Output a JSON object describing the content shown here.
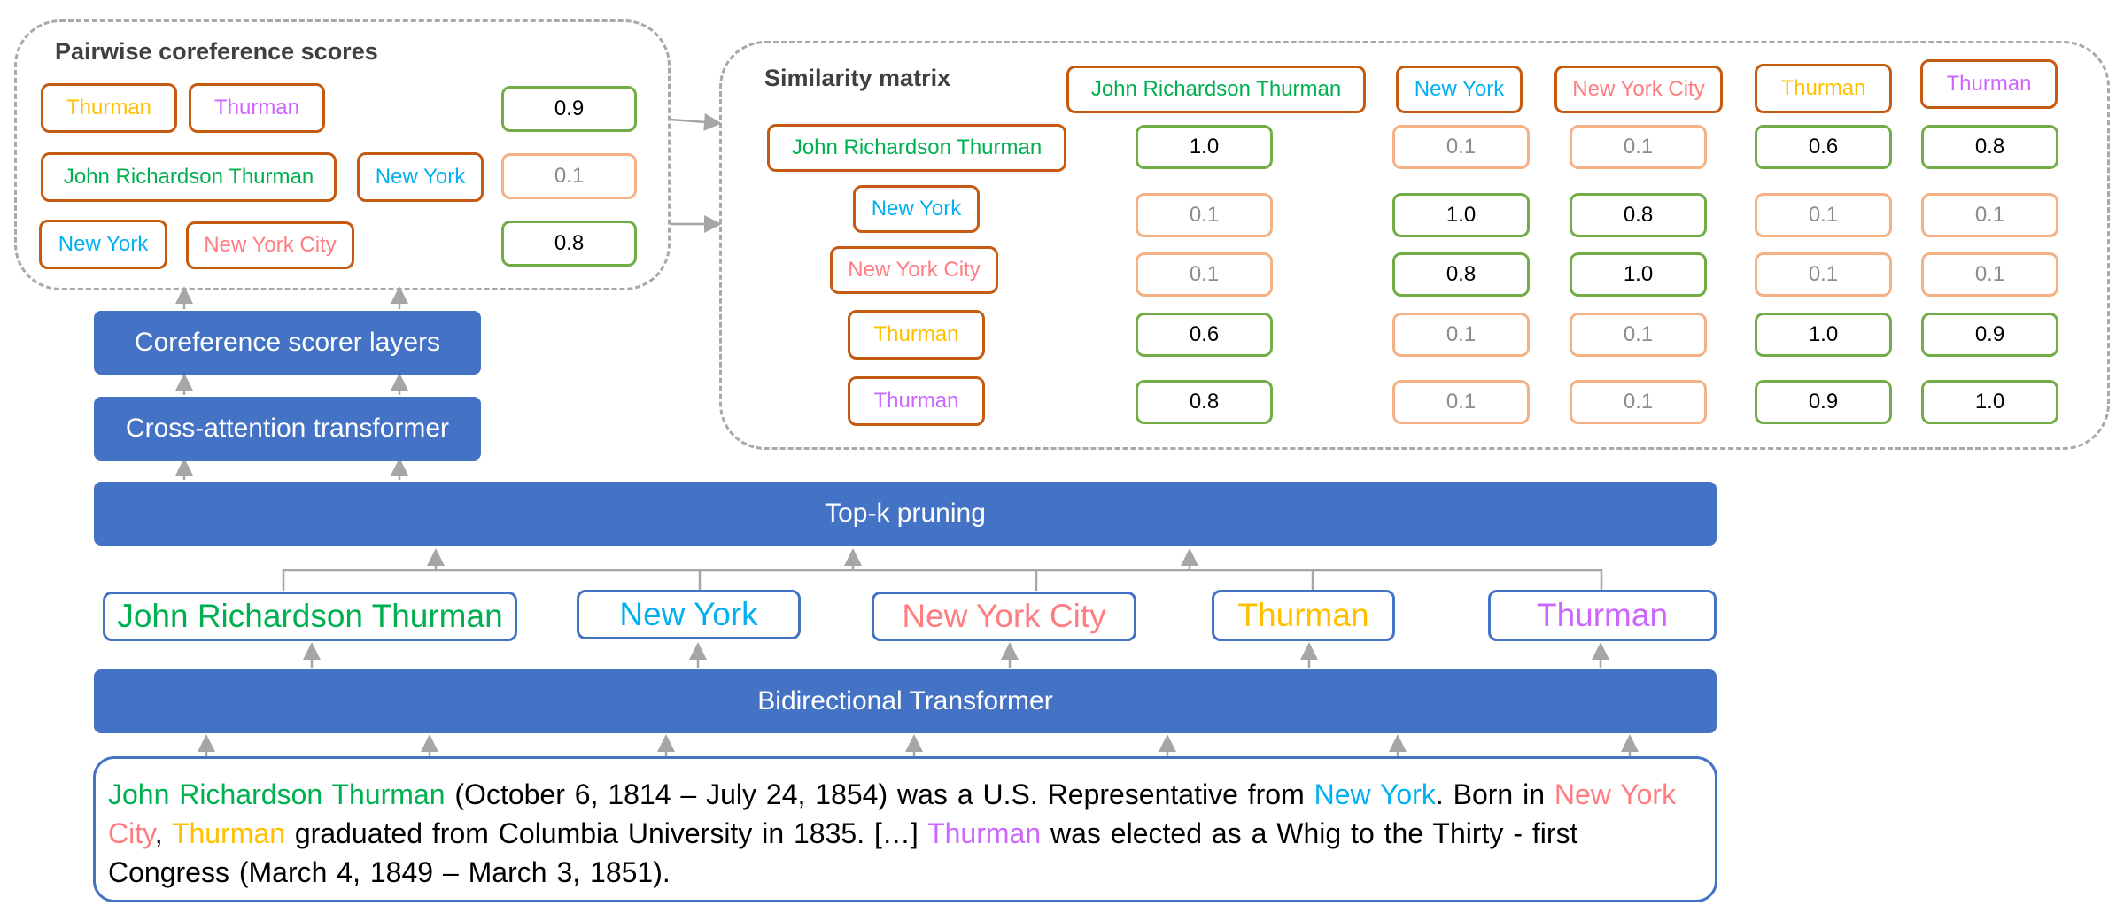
{
  "colors": {
    "john": "#00b050",
    "new_york": "#00b0f0",
    "new_york_city": "#ff7c80",
    "thurman1": "#ffc000",
    "thurman2": "#cc66ff",
    "chip_border": "#c55a11",
    "score_high": "#70ad47",
    "score_low": "#f4b183",
    "layer_blue": "#4472c4"
  },
  "pairwise": {
    "title": "Pairwise coreference scores",
    "pairs": [
      {
        "a": "Thurman",
        "b": "Thurman",
        "score": "0.9"
      },
      {
        "a": "John Richardson Thurman",
        "b": "New York",
        "score": "0.1"
      },
      {
        "a": "New York",
        "b": "New York City",
        "score": "0.8"
      }
    ]
  },
  "similarity": {
    "title": "Similarity matrix",
    "headers": [
      "John Richardson Thurman",
      "New York",
      "New York City",
      "Thurman",
      "Thurman"
    ],
    "rows": [
      {
        "label": "John Richardson Thurman",
        "values": [
          "1.0",
          "0.1",
          "0.1",
          "0.6",
          "0.8"
        ]
      },
      {
        "label": "New York",
        "values": [
          "0.1",
          "1.0",
          "0.8",
          "0.1",
          "0.1"
        ]
      },
      {
        "label": "New York City",
        "values": [
          "0.1",
          "0.8",
          "1.0",
          "0.1",
          "0.1"
        ]
      },
      {
        "label": "Thurman",
        "values": [
          "0.6",
          "0.1",
          "0.1",
          "1.0",
          "0.9"
        ]
      },
      {
        "label": "Thurman",
        "values": [
          "0.8",
          "0.1",
          "0.1",
          "0.9",
          "1.0"
        ]
      }
    ]
  },
  "layers": {
    "scorer": "Coreference scorer layers",
    "cross_attention": "Cross-attention transformer",
    "pruning": "Top-k pruning",
    "encoder": "Bidirectional Transformer"
  },
  "mentions": [
    "John Richardson Thurman",
    "New York",
    "New York City",
    "Thurman",
    "Thurman"
  ],
  "passage": {
    "line1": [
      {
        "text": "John Richardson Thurman",
        "c": "john"
      },
      {
        "text": " (October 6, 1814 – July 24, 1854) was a U.S. Representative from "
      },
      {
        "text": "New York",
        "c": "new_york"
      },
      {
        "text": ". Born in "
      },
      {
        "text": "New York",
        "c": "new_york_city"
      }
    ],
    "line2": [
      {
        "text": "City",
        "c": "new_york_city"
      },
      {
        "text": ", "
      },
      {
        "text": "Thurman",
        "c": "thurman1"
      },
      {
        "text": " graduated from Columbia University in 1835. […] "
      },
      {
        "text": "Thurman",
        "c": "thurman2"
      },
      {
        "text": " was elected as a Whig to the Thirty - first"
      }
    ],
    "line3": [
      {
        "text": "Congress (March 4, 1849 – March 3, 1851)."
      }
    ]
  }
}
